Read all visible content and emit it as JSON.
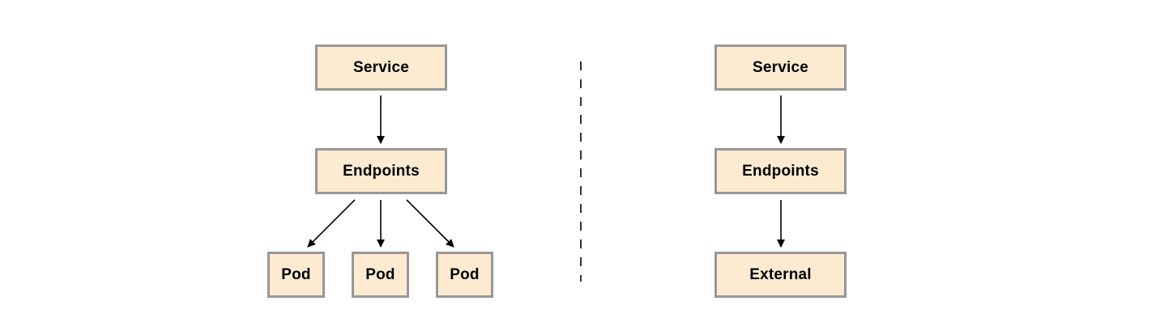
{
  "colors": {
    "node_fill": "#fcebd1",
    "node_border": "#979797",
    "arrow": "#000000",
    "divider": "#000000"
  },
  "left_flow": {
    "service": "Service",
    "endpoints": "Endpoints",
    "pods": [
      "Pod",
      "Pod",
      "Pod"
    ]
  },
  "right_flow": {
    "service": "Service",
    "endpoints": "Endpoints",
    "external": "External"
  }
}
